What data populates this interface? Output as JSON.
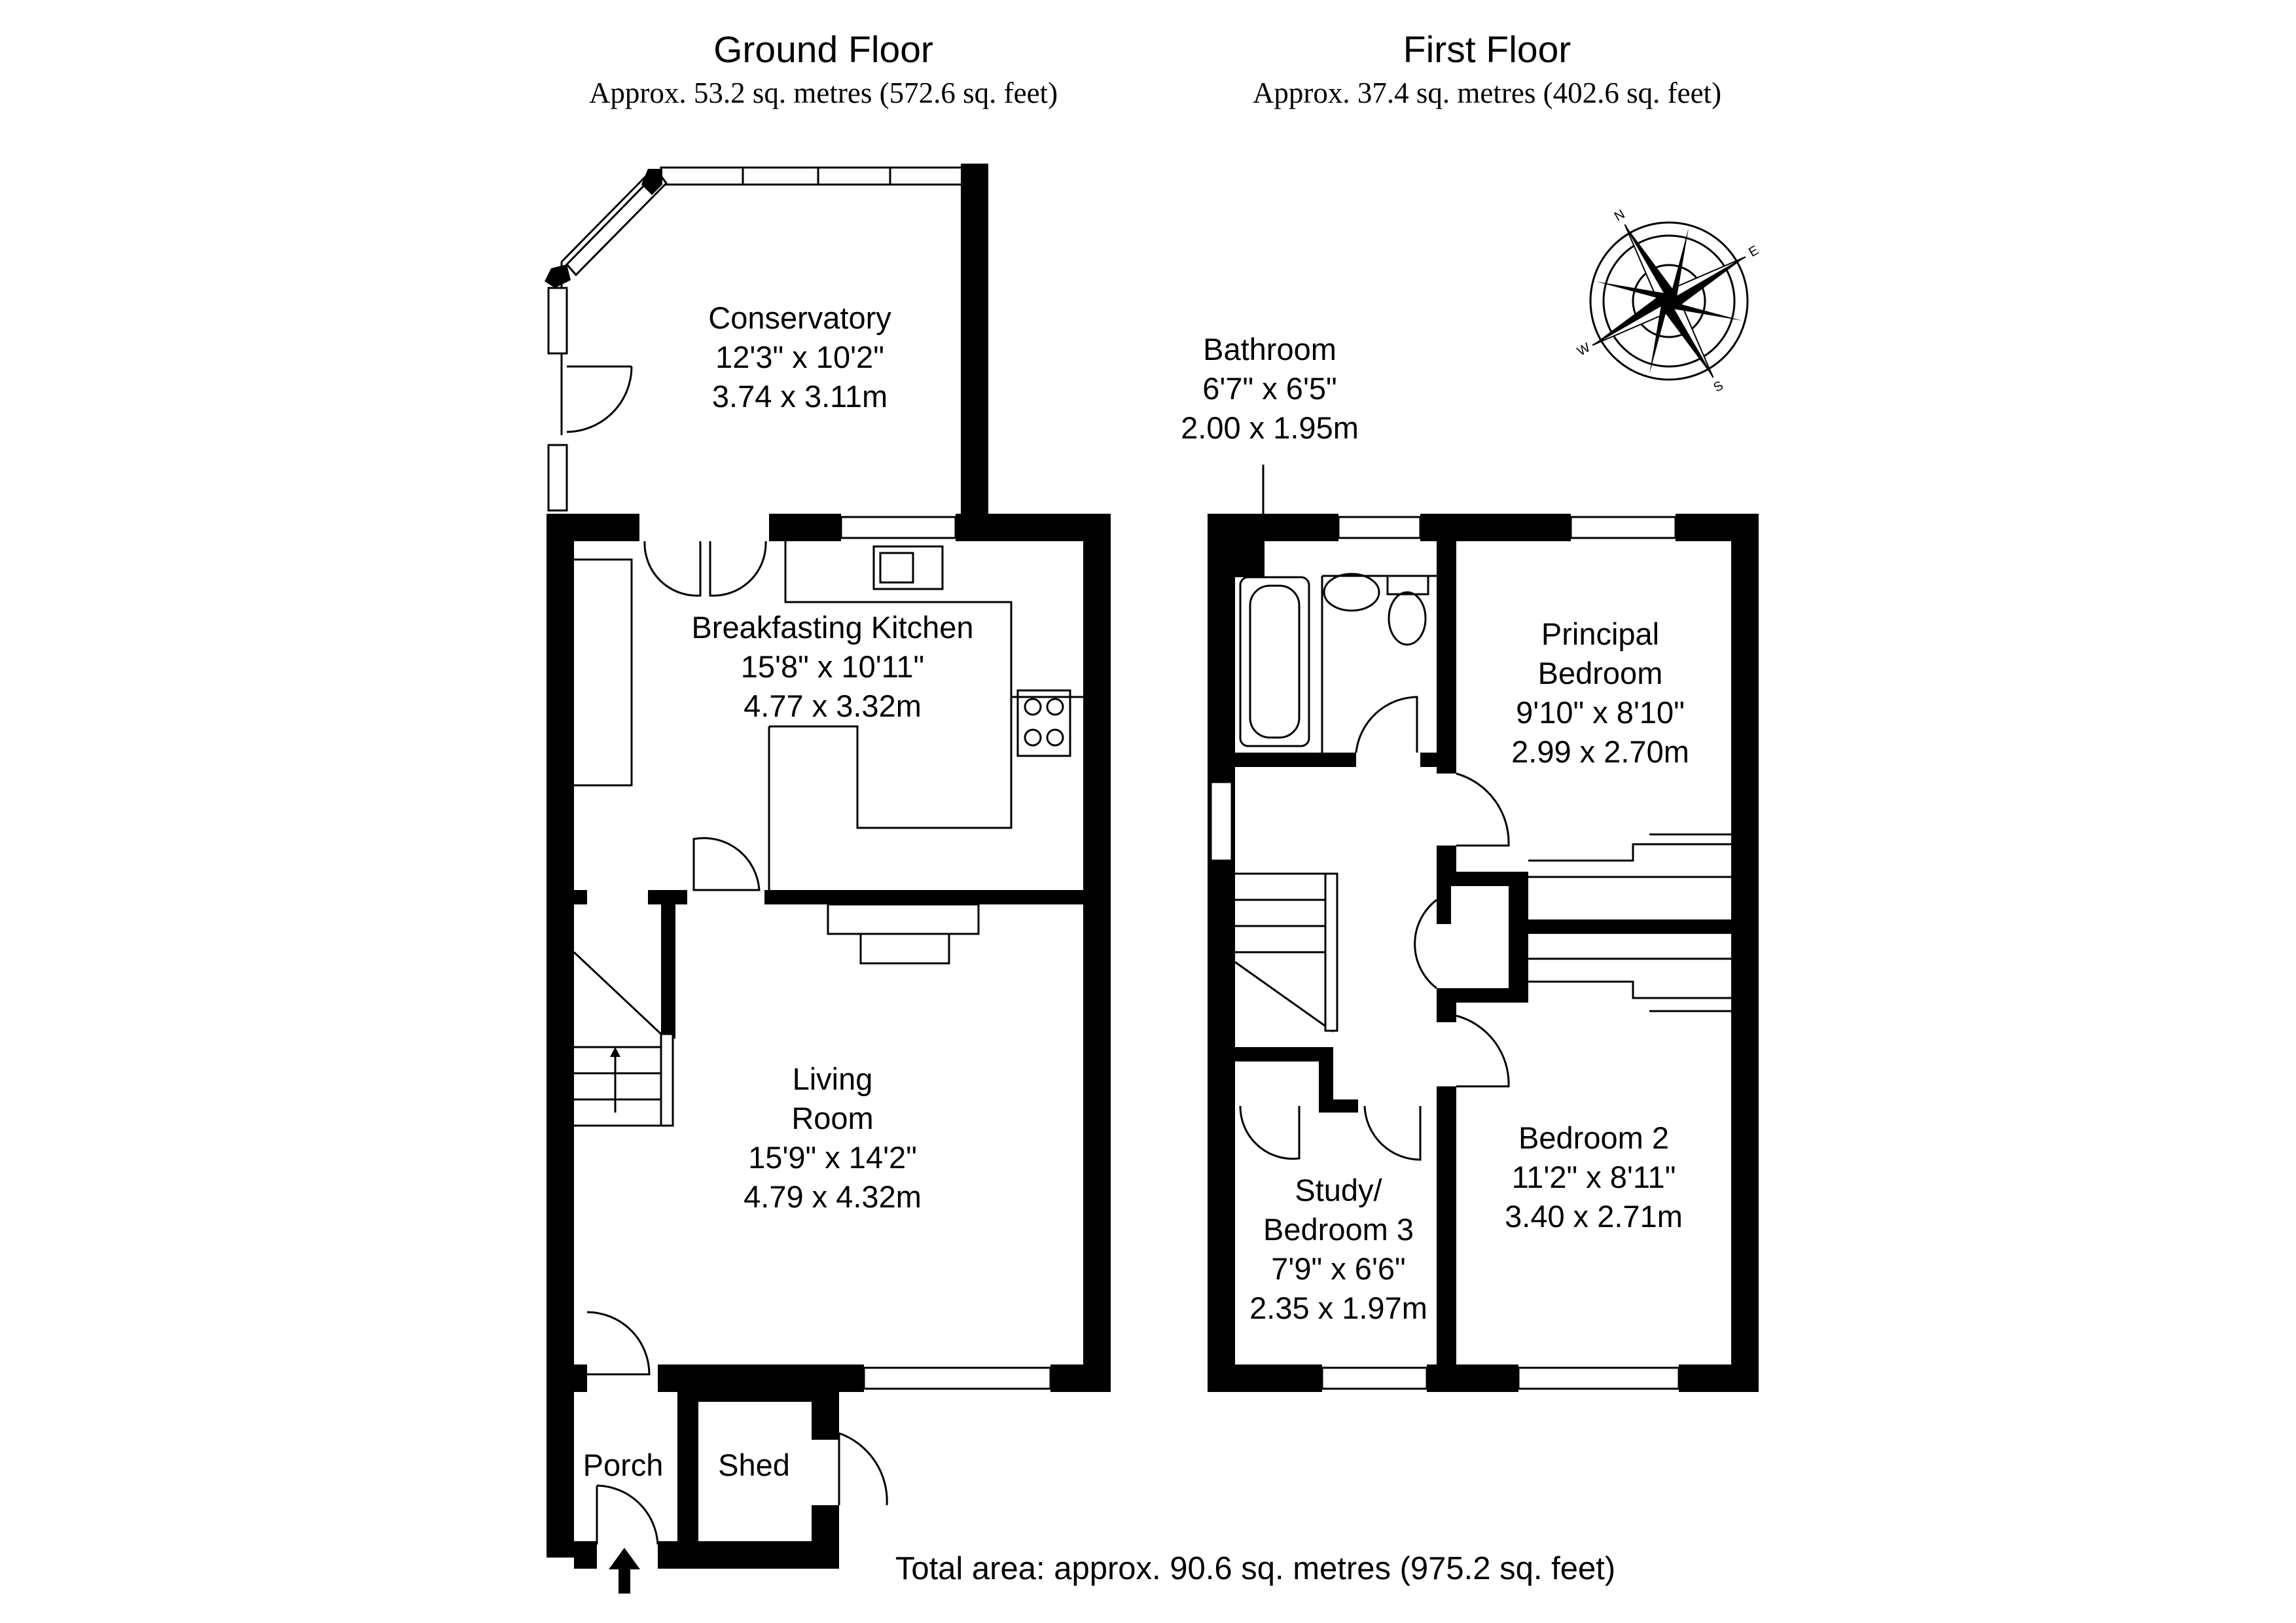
{
  "ground_floor": {
    "title": "Ground Floor",
    "area": "Approx. 53.2 sq. metres (572.6 sq. feet)",
    "rooms": {
      "conservatory": [
        "Conservatory",
        "12'3\" x 10'2\"",
        "3.74 x 3.11m"
      ],
      "kitchen": [
        "Breakfasting Kitchen",
        "15'8\" x 10'11\"",
        "4.77 x 3.32m"
      ],
      "living": [
        "Living",
        "Room",
        "15'9\" x 14'2\"",
        "4.79 x 4.32m"
      ],
      "porch": [
        "Porch"
      ],
      "shed": [
        "Shed"
      ]
    }
  },
  "first_floor": {
    "title": "First Floor",
    "area": "Approx. 37.4 sq. metres (402.6 sq. feet)",
    "rooms": {
      "bathroom": [
        "Bathroom",
        "6'7\" x 6'5\"",
        "2.00 x 1.95m"
      ],
      "principal": [
        "Principal",
        "Bedroom",
        "9'10\" x 8'10\"",
        "2.99 x 2.70m"
      ],
      "bedroom2": [
        "Bedroom 2",
        "11'2\" x 8'11\"",
        "3.40 x 2.71m"
      ],
      "study": [
        "Study/",
        "Bedroom 3",
        "7'9\" x 6'6\"",
        "2.35 x 1.97m"
      ]
    }
  },
  "total_area": "Total area: approx. 90.6 sq. metres (975.2 sq. feet)",
  "compass": {
    "letters": [
      "N",
      "E",
      "S",
      "W"
    ],
    "icon": "compass-rose-icon"
  },
  "entrance": {
    "icon": "entrance-arrow-icon"
  }
}
